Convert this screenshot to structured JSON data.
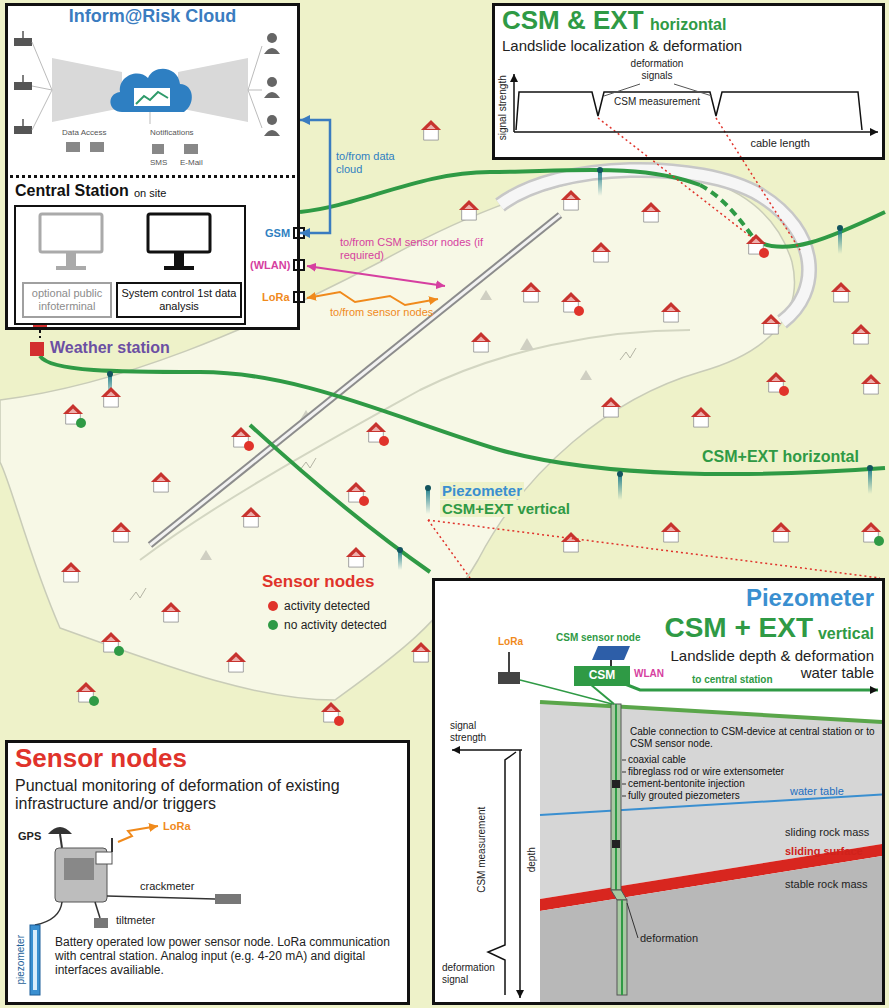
{
  "diagram": {
    "nodes": [
      {
        "text": [
          "Inform@Risk Cloud"
        ]
      },
      {
        "text": [
          "Central Station",
          "on site"
        ]
      },
      {
        "text": [
          "optional public infoterminal"
        ],
        "in": 1
      },
      {
        "text": [
          "System control 1st data analysis"
        ],
        "in": 1
      },
      {
        "text": [
          "Weather station"
        ]
      },
      {
        "text": [
          "CSM & EXT",
          "horizontal",
          "Landslide localization & deformation"
        ]
      },
      {
        "text": [
          "Sensor nodes",
          "Punctual monitoring of deformation of existing infrastructure and/or triggers",
          "Battery operated low power sensor node. LoRa communication with central station. Analog input (e.g. 4-20 mA) and digital interfaces availiable."
        ]
      },
      {
        "text": [
          "Piezometer",
          "CSM + EXT",
          "vertical",
          "Landslide depth & deformation water table"
        ]
      },
      {
        "text": [
          "CSM"
        ],
        "in": 7
      }
    ],
    "edges": [
      {
        "from": 1,
        "to": 0,
        "arrow": "both",
        "label": "to/from data cloud"
      },
      {
        "from": 1,
        "to": 4,
        "arrow": "none"
      }
    ],
    "labels": [
      "Data Access",
      "Notifications",
      "SMS",
      "E-Mail",
      "GSM",
      "(WLAN)",
      "LoRa",
      "to/from CSM sensor nodes (if required)",
      "to/from sensor nodes",
      "signal strength",
      "CSM measurement",
      "deformation signals",
      "cable length",
      "CSM+EXT horizontal",
      "Piezometer",
      "CSM+EXT vertical",
      "Sensor nodes",
      "GPS",
      "LoRa",
      "crackmeter",
      "tiltmeter",
      "piezometer",
      "LoRa",
      "CSM sensor node",
      "WLAN",
      "to central station",
      "signal strength",
      "CSM measurement",
      "depth",
      "deformation signal",
      "Cable connection to CSM-device at central station or to CSM sensor node.",
      "coaxial cable",
      "fibreglass rod or wire extensometer",
      "cement-bentonite injection",
      "fully grouted piezometers",
      "water table",
      "sliding rock mass",
      "sliding surface",
      "stable rock mass",
      "deformation"
    ],
    "legend": [
      {
        "text": "activity detected",
        "color": "#e0332b"
      },
      {
        "text": "no activity detected",
        "color": "#2f9a45"
      }
    ]
  }
}
